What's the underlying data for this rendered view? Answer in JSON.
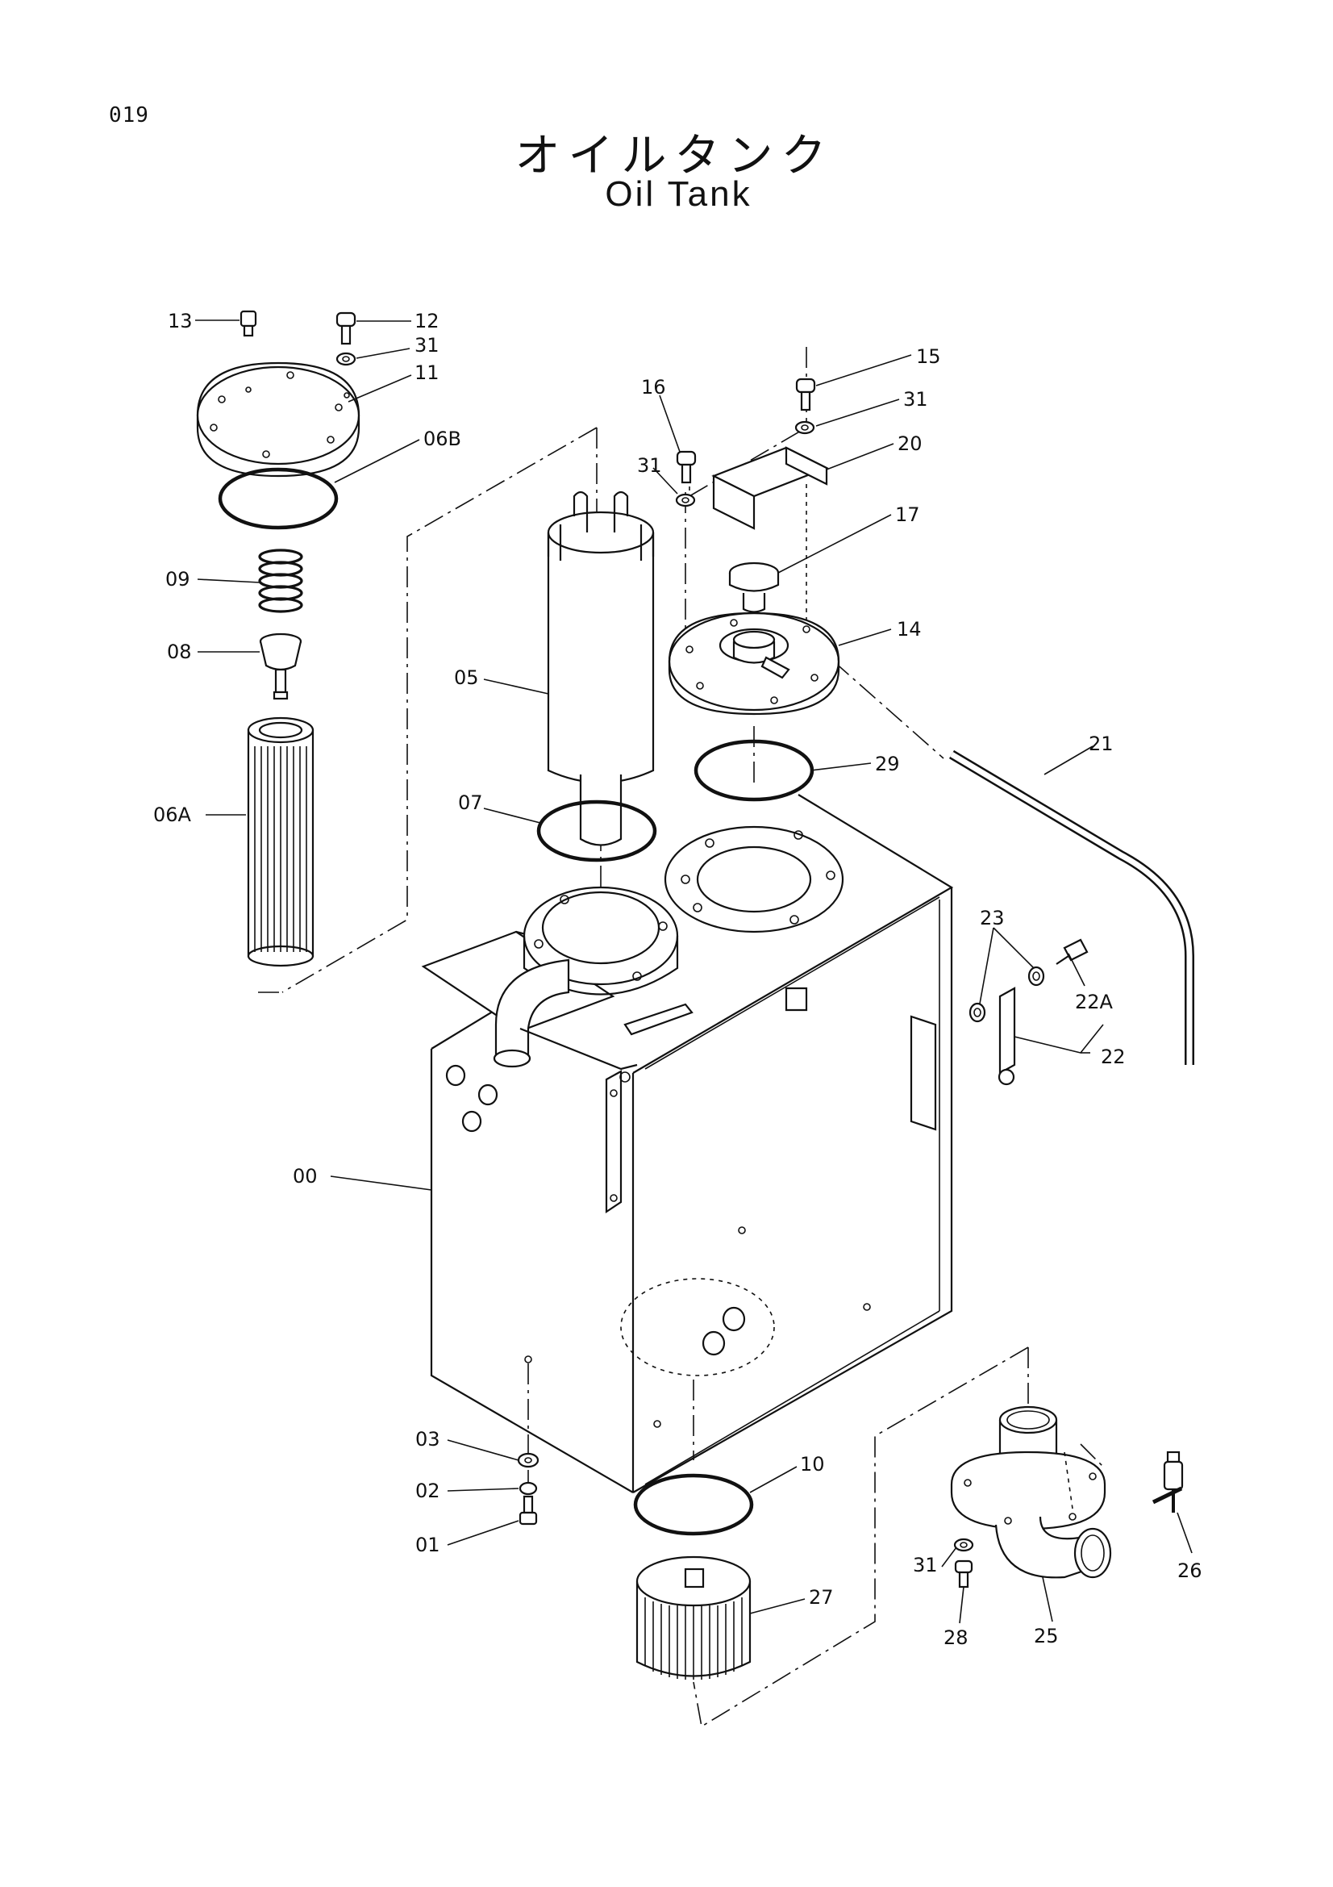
{
  "page_number": "019",
  "title_jp": "オイルタンク",
  "title_en": "Oil Tank",
  "callouts": {
    "c13": "13",
    "c12": "12",
    "c31a": "31",
    "c11": "11",
    "c06B": "06B",
    "c09": "09",
    "c08": "08",
    "c06A": "06A",
    "c05": "05",
    "c07": "07",
    "c16": "16",
    "c31b": "31",
    "c15": "15",
    "c31c": "31",
    "c20": "20",
    "c17": "17",
    "c14": "14",
    "c29": "29",
    "c21": "21",
    "c23": "23",
    "c22A": "22A",
    "c22": "22",
    "c00": "00",
    "c03": "03",
    "c02": "02",
    "c01": "01",
    "c10": "10",
    "c27": "27",
    "c31d": "31",
    "c28": "28",
    "c25": "25",
    "c26": "26"
  }
}
